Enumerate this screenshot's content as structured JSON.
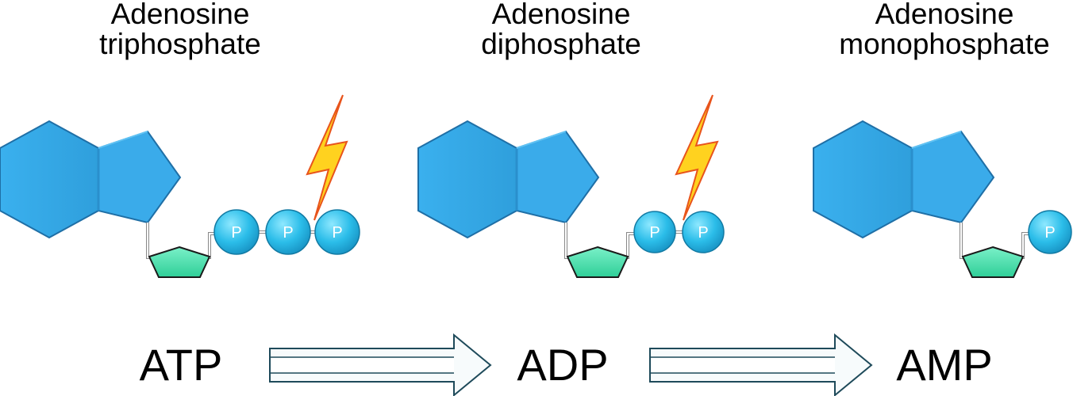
{
  "molecules": [
    {
      "title_line1": "Adenosine",
      "title_line2": "triphosphate",
      "abbreviation": "ATP",
      "phosphate_count": 3,
      "phosphate_label": "P",
      "has_energy_bolt": true
    },
    {
      "title_line1": "Adenosine",
      "title_line2": "diphosphate",
      "abbreviation": "ADP",
      "phosphate_count": 2,
      "phosphate_label": "P",
      "has_energy_bolt": true
    },
    {
      "title_line1": "Adenosine",
      "title_line2": "monophosphate",
      "abbreviation": "AMP",
      "phosphate_count": 1,
      "phosphate_label": "P",
      "has_energy_bolt": false
    }
  ],
  "colors": {
    "adenine_fill": "#3aabea",
    "adenine_edge": "#1f6fa6",
    "ribose_fill": "#4fe0b0",
    "ribose_edge": "#1a1a1a",
    "phosphate_fill": "#28bde8",
    "phosphate_edge": "#127aa3",
    "bolt_fill": "#ffd21f",
    "bolt_edge": "#e8541c",
    "arrow_fill": "#f7fbfc",
    "arrow_edge": "#1e4a5a"
  }
}
